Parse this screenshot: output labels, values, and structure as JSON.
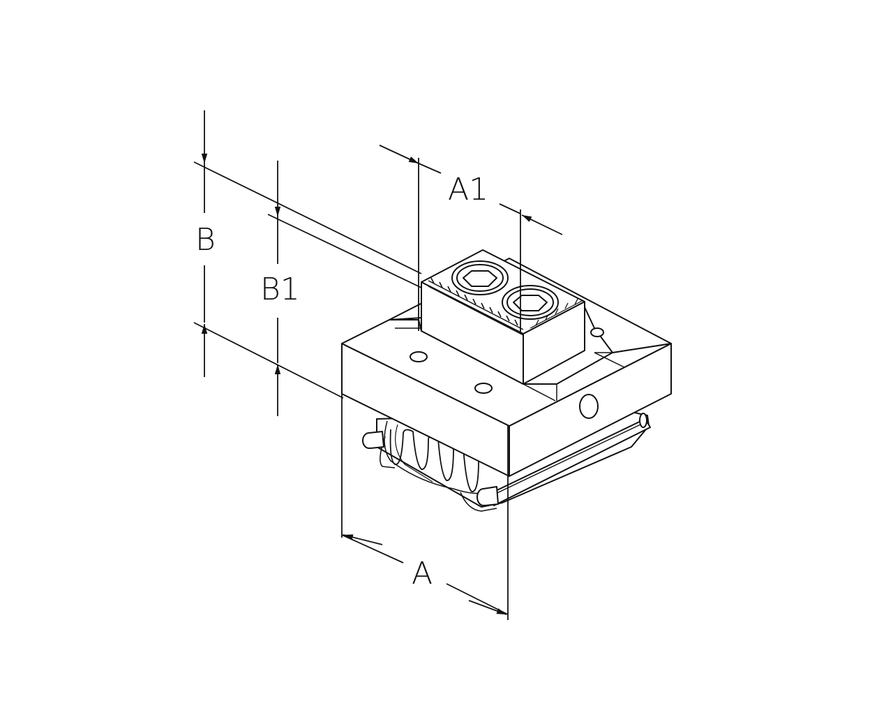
{
  "diagram": {
    "labels": {
      "a": "A",
      "a1": "A1",
      "b": "B",
      "b1": "B1"
    },
    "colors": {
      "line": "#111111",
      "fill": "#ffffff",
      "background": "#ffffff"
    }
  }
}
